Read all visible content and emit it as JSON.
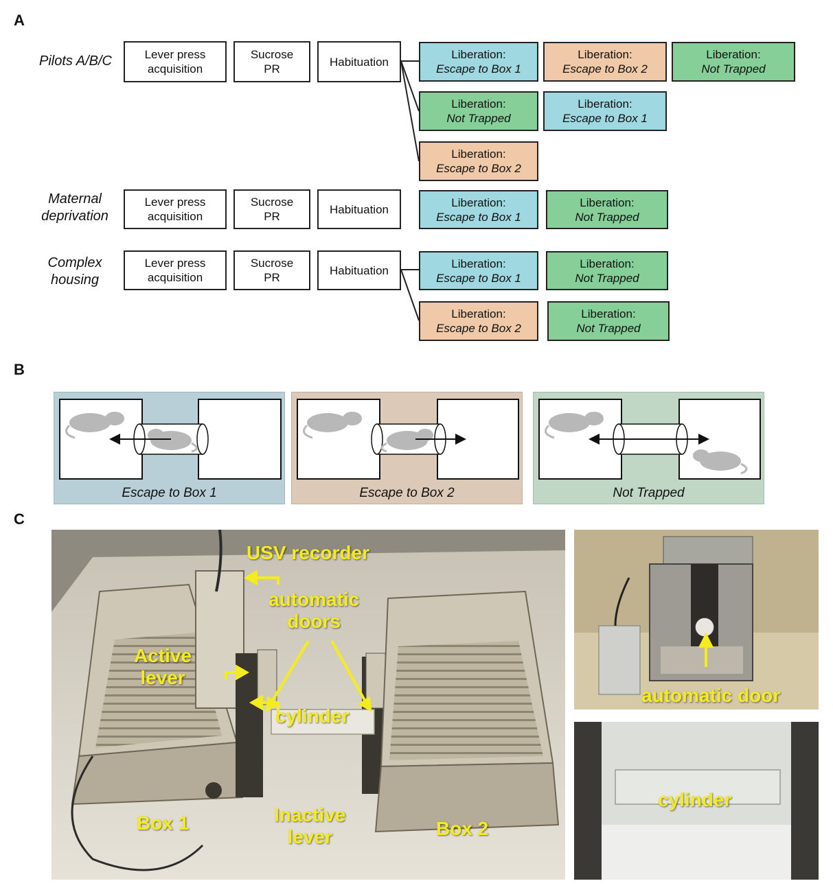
{
  "panels": {
    "a": "A",
    "b": "B",
    "c": "C"
  },
  "panel_a": {
    "rows": [
      {
        "label_lines": [
          "Pilots A/B/C"
        ]
      },
      {
        "label_lines": [
          "Maternal",
          "deprivation"
        ]
      },
      {
        "label_lines": [
          "Complex",
          "housing"
        ]
      }
    ],
    "steps": {
      "lever": [
        "Lever press",
        "acquisition"
      ],
      "sucrose": [
        "Sucrose",
        "PR"
      ],
      "habituation": "Habituation"
    },
    "liberation_title": "Liberation:",
    "conditions": {
      "box1": "Escape to Box 1",
      "box2": "Escape to Box 2",
      "not_trapped": "Not Trapped"
    }
  },
  "panel_b": {
    "captions": [
      "Escape to Box 1",
      "Escape to Box 2",
      "Not Trapped"
    ]
  },
  "panel_c": {
    "labels": {
      "usv": "USV recorder",
      "auto_doors": [
        "automatic",
        "doors"
      ],
      "active_lever": [
        "Active",
        "lever"
      ],
      "cylinder": "cylinder",
      "inactive_lever": [
        "Inactive",
        "lever"
      ],
      "box1": "Box 1",
      "box2": "Box 2",
      "auto_door": "automatic door",
      "cylinder2": "cylinder"
    }
  },
  "colors": {
    "escape_box1": "#9fd8e0",
    "escape_box2": "#efc9a8",
    "not_trapped": "#86cf98",
    "panel_b_box1_bg": "#b9cfd8",
    "panel_b_box2_bg": "#dcc9b8",
    "panel_b_not_trapped_bg": "#bfd7c4",
    "label_yellow": "#f4ec1e"
  }
}
